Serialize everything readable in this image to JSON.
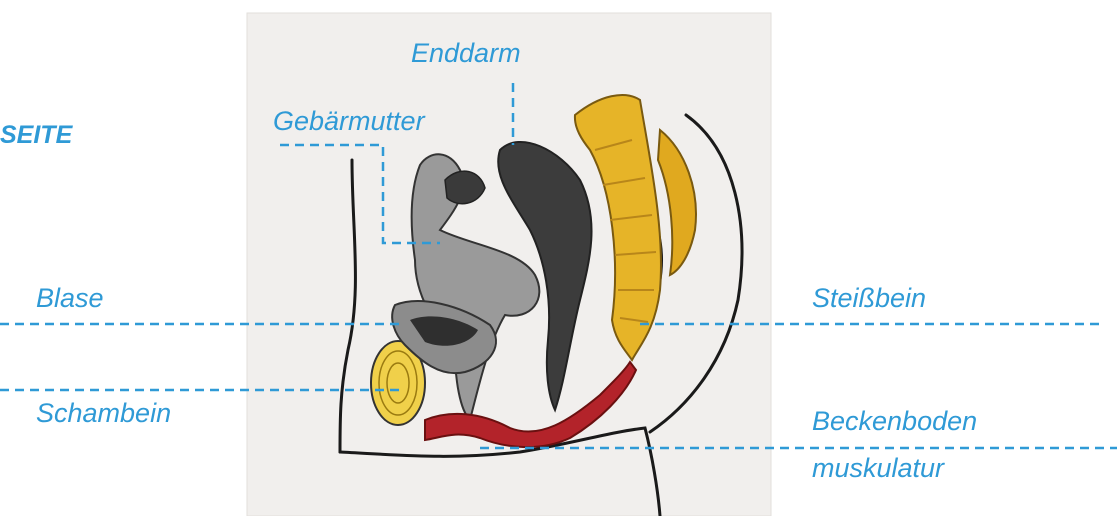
{
  "heading": {
    "text": "SEITE"
  },
  "labels": {
    "enddarm": "Enddarm",
    "gebaermutter": "Gebärmutter",
    "blase": "Blase",
    "schambein": "Schambein",
    "steissbein": "Steißbein",
    "beckenboden_line1": "Beckenboden",
    "beckenboden_line2": "muskulatur"
  },
  "colors": {
    "label": "#2f9ad6",
    "leader_line": "#2f9ad6",
    "paper": "#f1efed",
    "outline": "#1a1a1a",
    "organ_gray": "#9a9a9a",
    "rectum_dark": "#3c3c3c",
    "bone_yellow": "#e6b428",
    "muscle_red": "#b3232a"
  }
}
